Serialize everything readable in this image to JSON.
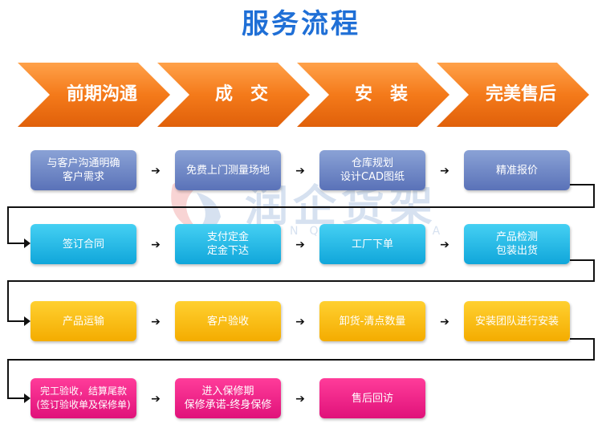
{
  "title": "服务流程",
  "stages": [
    "前期沟通",
    "成　交",
    "安　装",
    "完美售后"
  ],
  "watermark": {
    "main": "润企货架",
    "sub": "RUNQIHUOJIA"
  },
  "rows": [
    [
      "与客户沟通明确\n客户需求",
      "免费上门测量场地",
      "仓库规划\n设计CAD图纸",
      "精准报价"
    ],
    [
      "签订合同",
      "支付定金\n定金下达",
      "工厂下单",
      "产品检测\n包装出货"
    ],
    [
      "产品运输",
      "客户验收",
      "卸货-清点数量",
      "安装团队进行安装"
    ],
    [
      "完工验收，结算尾款\n(签订验收单及保修单)",
      "进入保修期\n保修承诺-终身保修",
      "售后回访"
    ]
  ],
  "colors": {
    "title": "#1f6fd6",
    "chevron": "#f47a1a",
    "row1": "#6f86c4",
    "row2": "#1fb3e3",
    "row3": "#f8ba10",
    "row4": "#ea1f85"
  }
}
